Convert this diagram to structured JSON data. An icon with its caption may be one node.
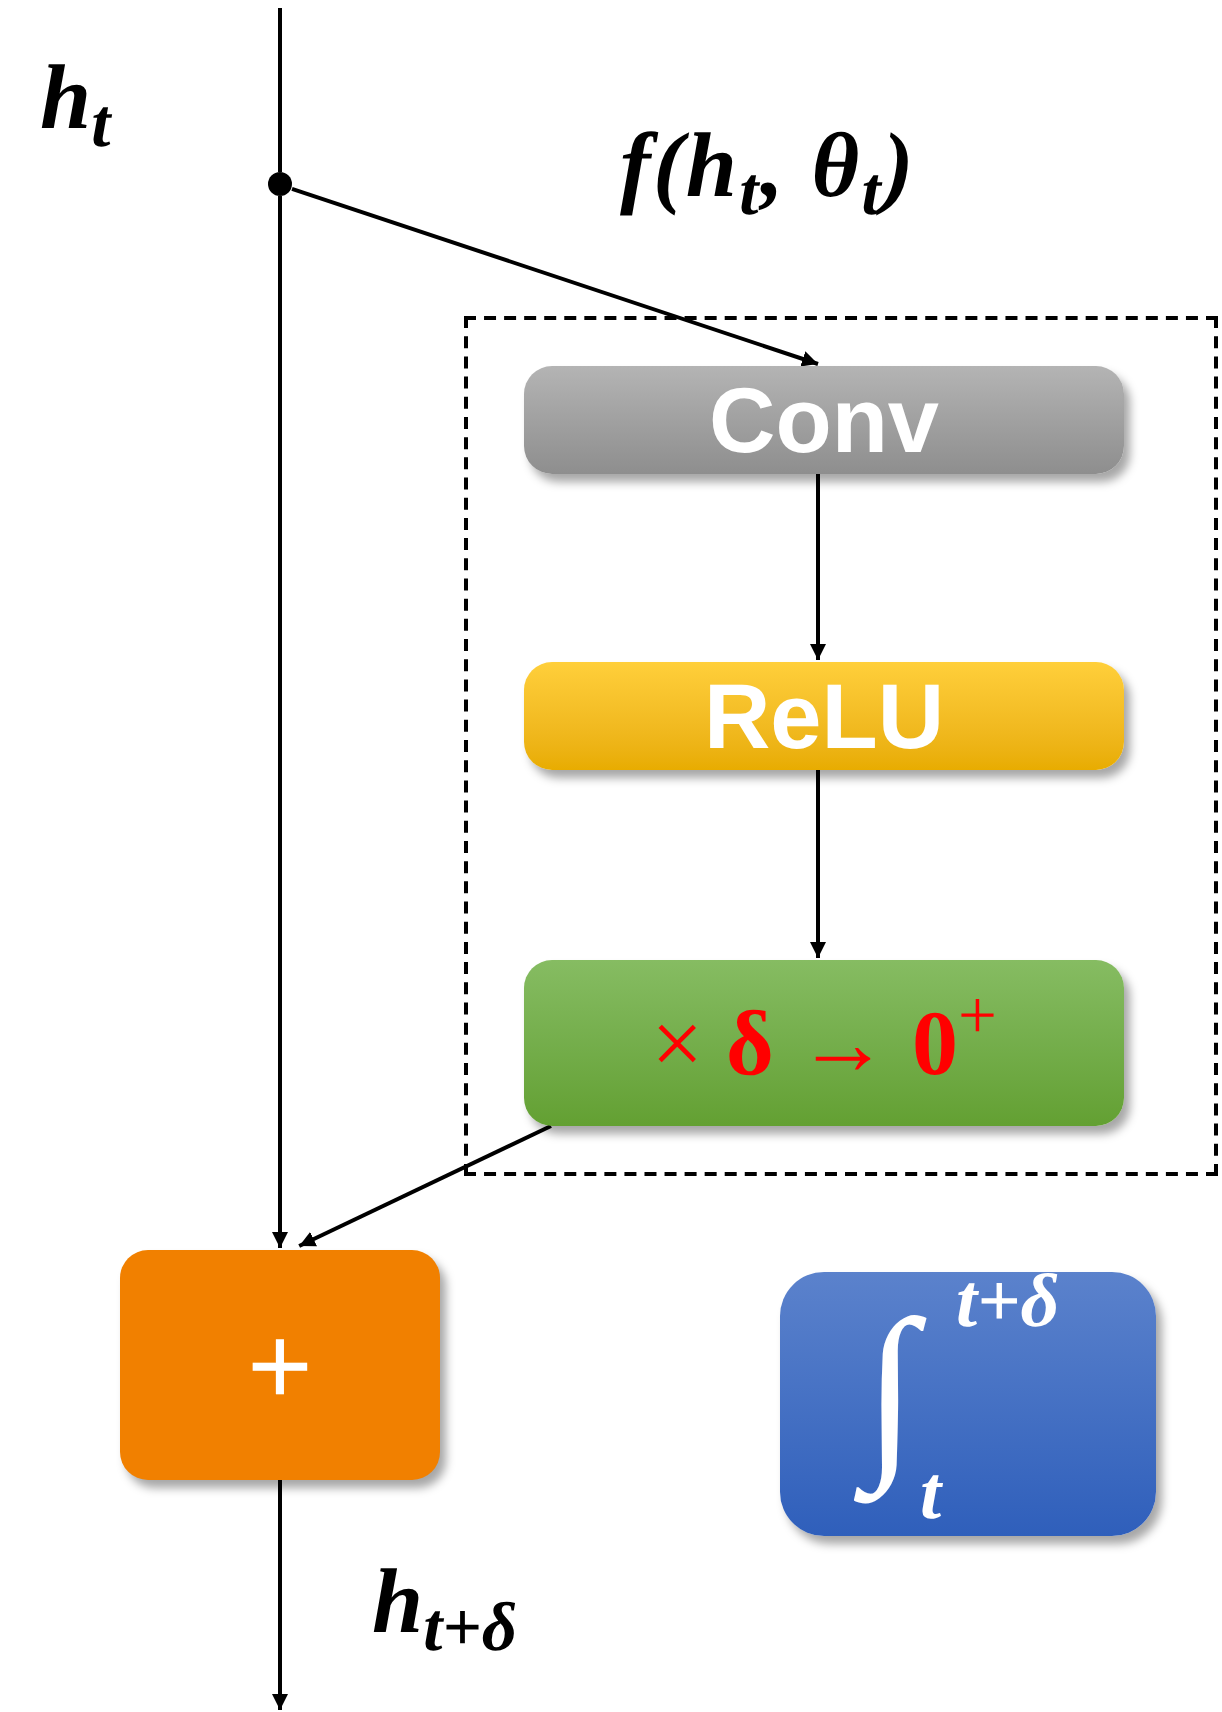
{
  "diagram": {
    "nodes": [
      {
        "text": [
          "f(h$_{t}$, θ$_{t}$)"
        ]
      },
      {
        "text": [
          "Conv"
        ],
        "in": 0
      },
      {
        "text": [
          "ReLU"
        ],
        "in": 0
      },
      {
        "text": [
          "× **δ** → **0**$^{+}$"
        ],
        "in": 0
      },
      {
        "text": [
          "+"
        ]
      },
      {
        "text": [
          "∫",
          "t+δ",
          "t"
        ]
      },
      {
        "text": [],
        "shape": "circle"
      }
    ],
    "edges": [
      {
        "from": null,
        "to": 6,
        "arrow": "none"
      },
      {
        "from": 6,
        "to": 1,
        "arrow": "to"
      },
      {
        "from": 1,
        "to": 2,
        "arrow": "to"
      },
      {
        "from": 2,
        "to": 3,
        "arrow": "to"
      },
      {
        "from": 3,
        "to": 4,
        "arrow": "to"
      },
      {
        "from": 6,
        "to": 4,
        "arrow": "to"
      },
      {
        "from": 4,
        "to": null,
        "arrow": "to"
      }
    ],
    "labels": [
      "h$_{t}$",
      "h$_{t+δ}$"
    ]
  }
}
